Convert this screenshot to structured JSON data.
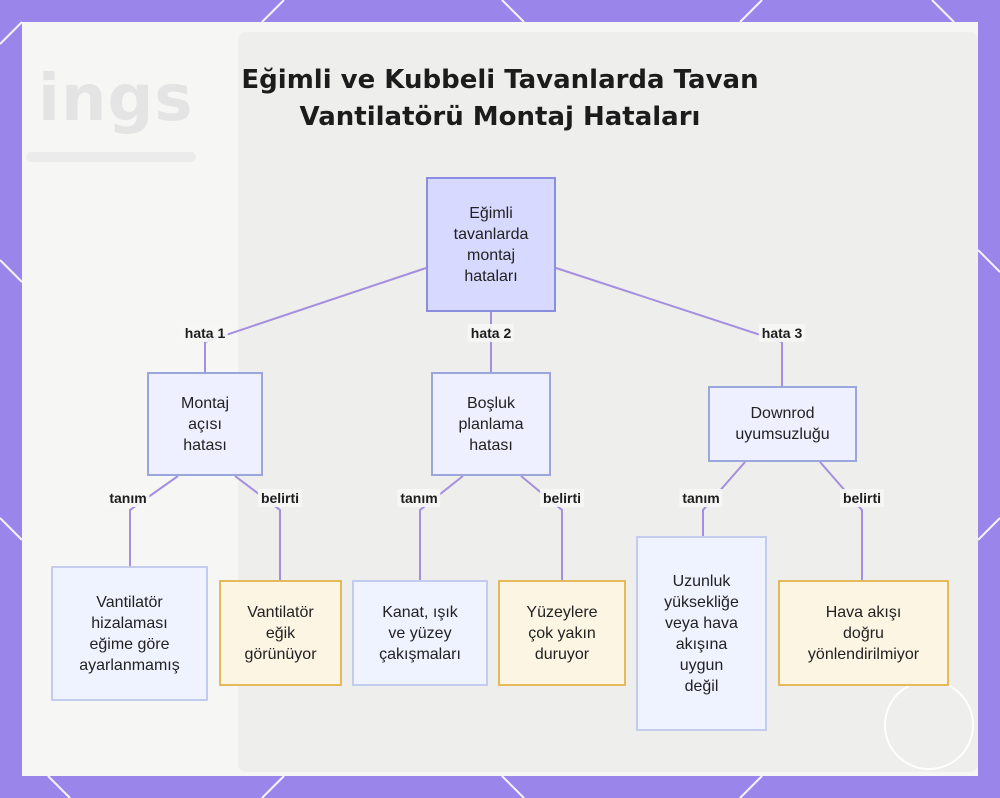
{
  "title": {
    "line1": "Eğimli ve Kubbeli Tavanlarda Tavan",
    "line2": "Vantilatörü Montaj Hataları"
  },
  "nodes": {
    "root": "Eğimli\ntavanlarda\nmontaj\nhataları",
    "err1": "Montaj\naçısı\nhatası",
    "err2": "Boşluk\nplanlama\nhatası",
    "err3": "Downrod\nuyumsuzluğu",
    "def1": "Vantilatör\nhizalaması\neğime göre\nayarlanmamış",
    "sym1": "Vantilatör\neğik\ngörünüyor",
    "def2": "Kanat, ışık\nve yüzey\nçakışmaları",
    "sym2": "Yüzeylere\nçok yakın\nduruyor",
    "def3": "Uzunluk\nyüksekliğe\nveya hava\nakışına\nuygun\ndeğil",
    "sym3": "Hava akışı\ndoğru\nyönlendirilmiyor"
  },
  "edge_labels": {
    "hata1": "hata 1",
    "hata2": "hata 2",
    "hata3": "hata 3",
    "tanim": "tanım",
    "belirti": "belirti"
  },
  "background": {
    "ghost_word": "ings"
  },
  "colors": {
    "frame": "#9a86ea",
    "edge": "#a48ee0",
    "root_fill": "#d8d9ff",
    "definition_fill": "#eff2ff",
    "symptom_fill": "#fdf5e3",
    "symptom_border": "#e6ba5a"
  }
}
